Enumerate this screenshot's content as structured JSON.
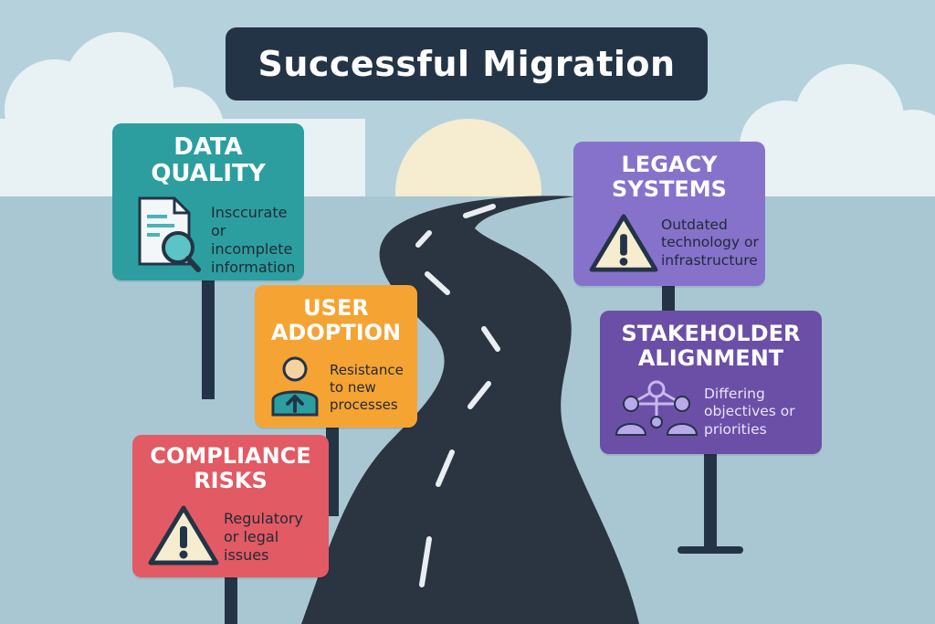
{
  "title": "Successful Migration",
  "colors": {
    "sky": "#b5d2dc",
    "road": "#2b3441",
    "title_bg": "#243447",
    "data_quality": "#2c9ea0",
    "user_adoption": "#f5a332",
    "compliance_risks": "#e25a63",
    "legacy_systems": "#8672cb",
    "stakeholder_alignment": "#6b4fa6"
  },
  "signs": {
    "data_quality": {
      "heading_line1": "DATA",
      "heading_line2": "QUALITY",
      "desc_line1": "Insccurate",
      "desc_line2": "or incomplete",
      "desc_line3": "information",
      "icon": "document-magnifier-icon"
    },
    "user_adoption": {
      "heading_line1": "USER",
      "heading_line2": "ADOPTION",
      "desc_line1": "Resistance",
      "desc_line2": "to new",
      "desc_line3": "processes",
      "icon": "user-upload-icon"
    },
    "compliance_risks": {
      "heading_line1": "COMPLIANCE",
      "heading_line2": "RISKS",
      "desc_line1": "Regulatory",
      "desc_line2": "or legal",
      "desc_line3": "issues",
      "icon": "warning-icon"
    },
    "legacy_systems": {
      "heading_line1": "LEGACY",
      "heading_line2": "SYSTEMS",
      "desc_line1": "Outdated",
      "desc_line2": "technology or",
      "desc_line3": "infrastructure",
      "icon": "warning-icon"
    },
    "stakeholder_alignment": {
      "heading_line1": "STAKEHOLDER",
      "heading_line2": "ALIGNMENT",
      "desc_line1": "Differing",
      "desc_line2": "objectives or",
      "desc_line3": "priorities",
      "icon": "team-network-icon"
    }
  }
}
